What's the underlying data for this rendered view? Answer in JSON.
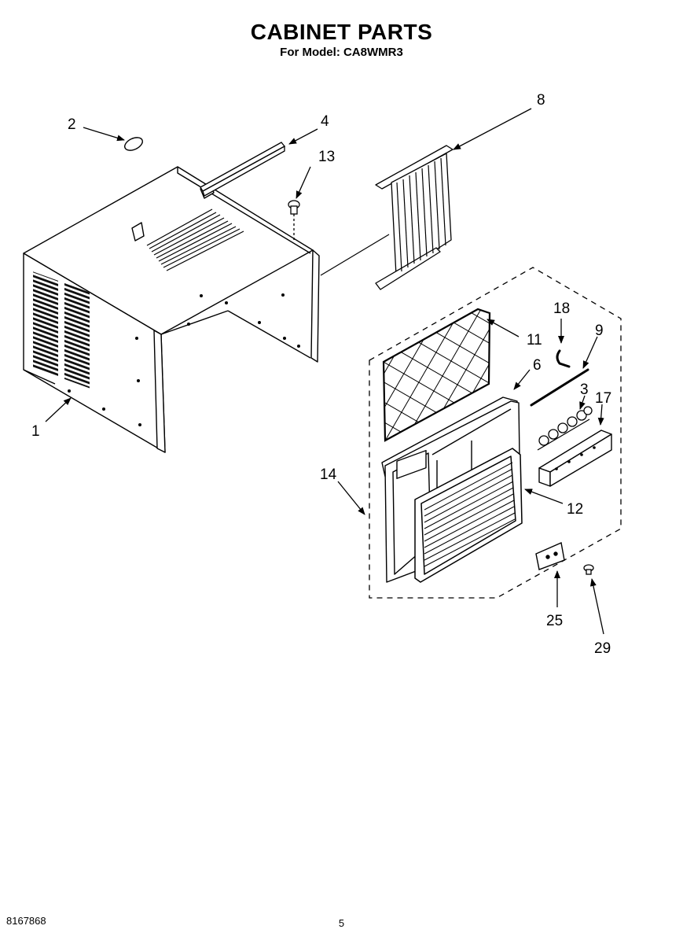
{
  "header": {
    "title": "CABINET PARTS",
    "subtitle": "For Model: CA8WMR3"
  },
  "callouts": {
    "c1": "1",
    "c2": "2",
    "c3": "3",
    "c4": "4",
    "c6": "6",
    "c8": "8",
    "c9": "9",
    "c11": "11",
    "c12": "12",
    "c13": "13",
    "c14": "14",
    "c17": "17",
    "c18": "18",
    "c25": "25",
    "c29": "29"
  },
  "footer": {
    "doc_number": "8167868",
    "page_number": "5"
  }
}
